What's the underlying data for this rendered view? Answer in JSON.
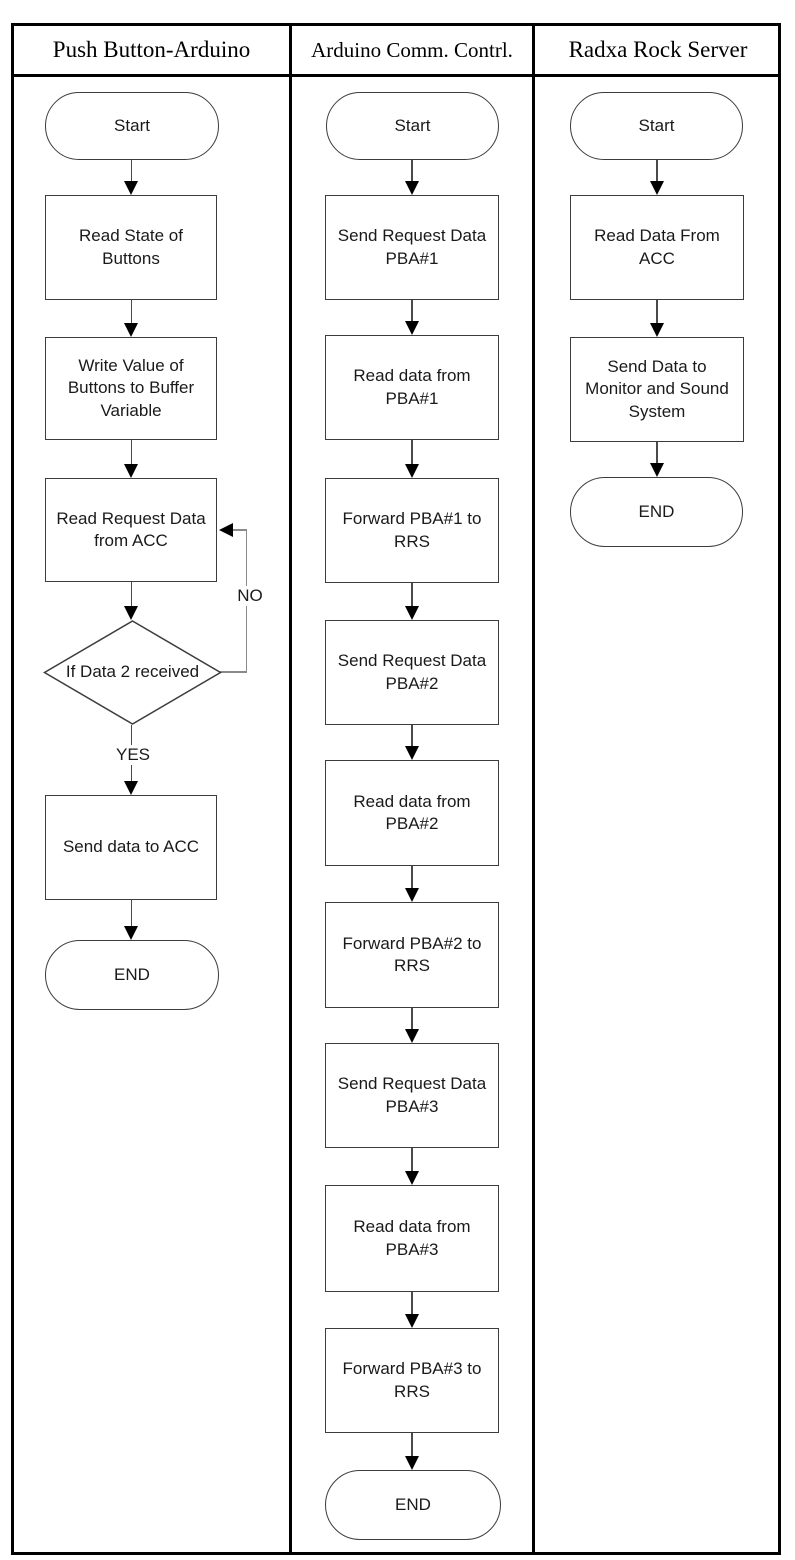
{
  "diagram": {
    "type": "flowchart-swimlanes",
    "lanes": [
      {
        "title": "Push Button-Arduino",
        "start": "Start",
        "end": "END",
        "steps": {
          "read_state": "Read State of Buttons",
          "write_value": "Write Value of Buttons to Buffer Variable",
          "read_request": "Read Request Data from ACC",
          "send_data": "Send data to ACC"
        },
        "decision": {
          "label": "If Data 2 received",
          "yes": "YES",
          "no": "NO"
        }
      },
      {
        "title": "Arduino Comm. Contrl.",
        "start": "Start",
        "end": "END",
        "steps": [
          "Send Request Data PBA#1",
          "Read data from PBA#1",
          "Forward PBA#1 to RRS",
          "Send Request Data PBA#2",
          "Read data from PBA#2",
          "Forward PBA#2 to RRS",
          "Send Request Data PBA#3",
          "Read data from PBA#3",
          "Forward PBA#3 to RRS"
        ]
      },
      {
        "title": "Radxa Rock Server",
        "start": "Start",
        "end": "END",
        "steps": [
          "Read Data From ACC",
          "Send Data to Monitor and Sound System"
        ]
      }
    ],
    "colors": {
      "line": "#000000",
      "shape_border": "#3c3c3c",
      "background": "#ffffff"
    }
  }
}
